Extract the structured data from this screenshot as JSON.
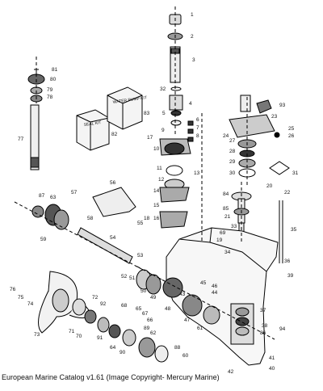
{
  "caption": "European Marine Catalog v1.61 (Image Copyright- Mercury Marine)",
  "callouts": [
    "1",
    "2",
    "3",
    "4",
    "5",
    "6",
    "7",
    "8",
    "9",
    "10",
    "11",
    "12",
    "13",
    "14",
    "15",
    "16",
    "17",
    "18",
    "19",
    "20",
    "21",
    "22",
    "23",
    "24",
    "25",
    "26",
    "27",
    "28",
    "29",
    "30",
    "31",
    "32",
    "33",
    "34",
    "35",
    "36",
    "37",
    "38",
    "39",
    "40",
    "41",
    "42",
    "43",
    "44",
    "45",
    "46",
    "47",
    "48",
    "49",
    "50",
    "51",
    "52",
    "53",
    "54",
    "55",
    "56",
    "57",
    "58",
    "59",
    "60",
    "61",
    "62",
    "63",
    "64",
    "65",
    "66",
    "67",
    "68",
    "69",
    "70",
    "71",
    "72",
    "73",
    "74",
    "75",
    "76",
    "77",
    "78",
    "79",
    "80",
    "81",
    "82",
    "83",
    "84",
    "85",
    "86",
    "87",
    "88",
    "89",
    "90",
    "91",
    "92",
    "93",
    "94"
  ],
  "kit_labels": {
    "seal_kit": "SEAL KIT",
    "water_pump_kit": "WATER PUMP KIT"
  }
}
